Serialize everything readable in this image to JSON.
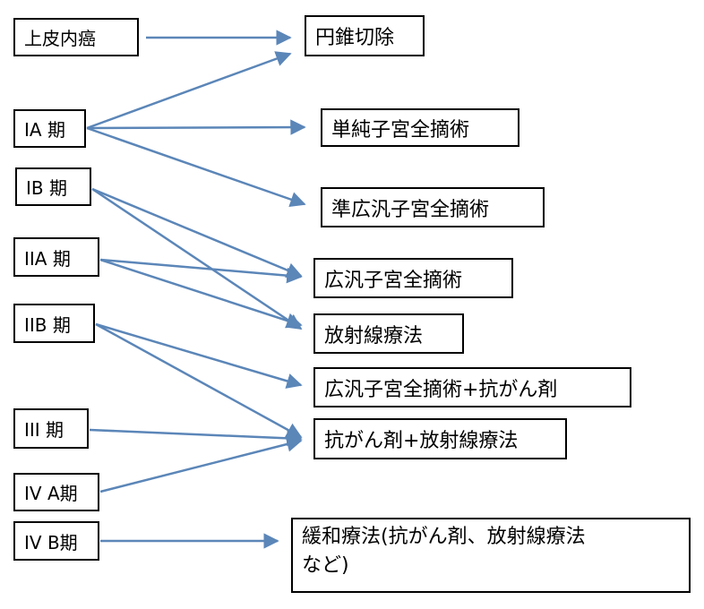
{
  "stages": {
    "cis": "上皮内癌",
    "ia": "IA 期",
    "ib": "IB 期",
    "iia": "IIA 期",
    "iib": "IIB 期",
    "iii": "III 期",
    "iva": "IV A期",
    "ivb": "IV B期"
  },
  "treatments": {
    "conization": "円錐切除",
    "simple_hysterectomy": "単純子宮全摘術",
    "modified_radical": "準広汎子宮全摘術",
    "radical": "広汎子宮全摘術",
    "radiotherapy": "放射線療法",
    "radical_chemo": "広汎子宮全摘術+抗がん剤",
    "chemo_radio": "抗がん剤+放射線療法",
    "palliative_line1": "緩和療法(抗がん剤、放射線療法",
    "palliative_line2": "など)"
  },
  "colors": {
    "arrow": "#5b86b8",
    "border": "#000000"
  },
  "edges": [
    [
      "cis",
      "conization"
    ],
    [
      "ia",
      "conization"
    ],
    [
      "ia",
      "simple_hysterectomy"
    ],
    [
      "ia",
      "modified_radical"
    ],
    [
      "ib",
      "radical"
    ],
    [
      "ib",
      "radiotherapy"
    ],
    [
      "iia",
      "radical"
    ],
    [
      "iia",
      "radiotherapy"
    ],
    [
      "iib",
      "radical_chemo"
    ],
    [
      "iib",
      "chemo_radio"
    ],
    [
      "iii",
      "chemo_radio"
    ],
    [
      "iva",
      "chemo_radio"
    ],
    [
      "ivb",
      "palliative"
    ]
  ]
}
